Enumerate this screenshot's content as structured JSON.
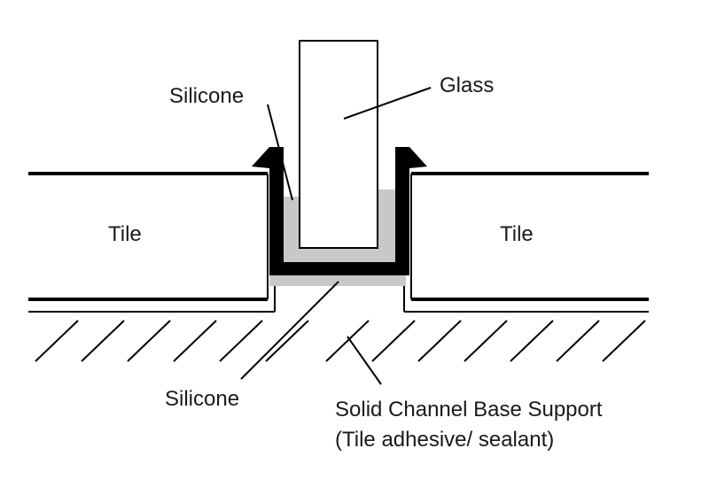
{
  "labels": {
    "glass": "Glass",
    "silicone_top": "Silicone",
    "tile_left": "Tile",
    "tile_right": "Tile",
    "silicone_bottom": "Silicone",
    "base_support_line1": "Solid Channel Base Support",
    "base_support_line2": "(Tile adhesive/ sealant)"
  },
  "colors": {
    "line": "#000000",
    "silicone_fill": "#c8c8c8",
    "background": "#ffffff"
  }
}
